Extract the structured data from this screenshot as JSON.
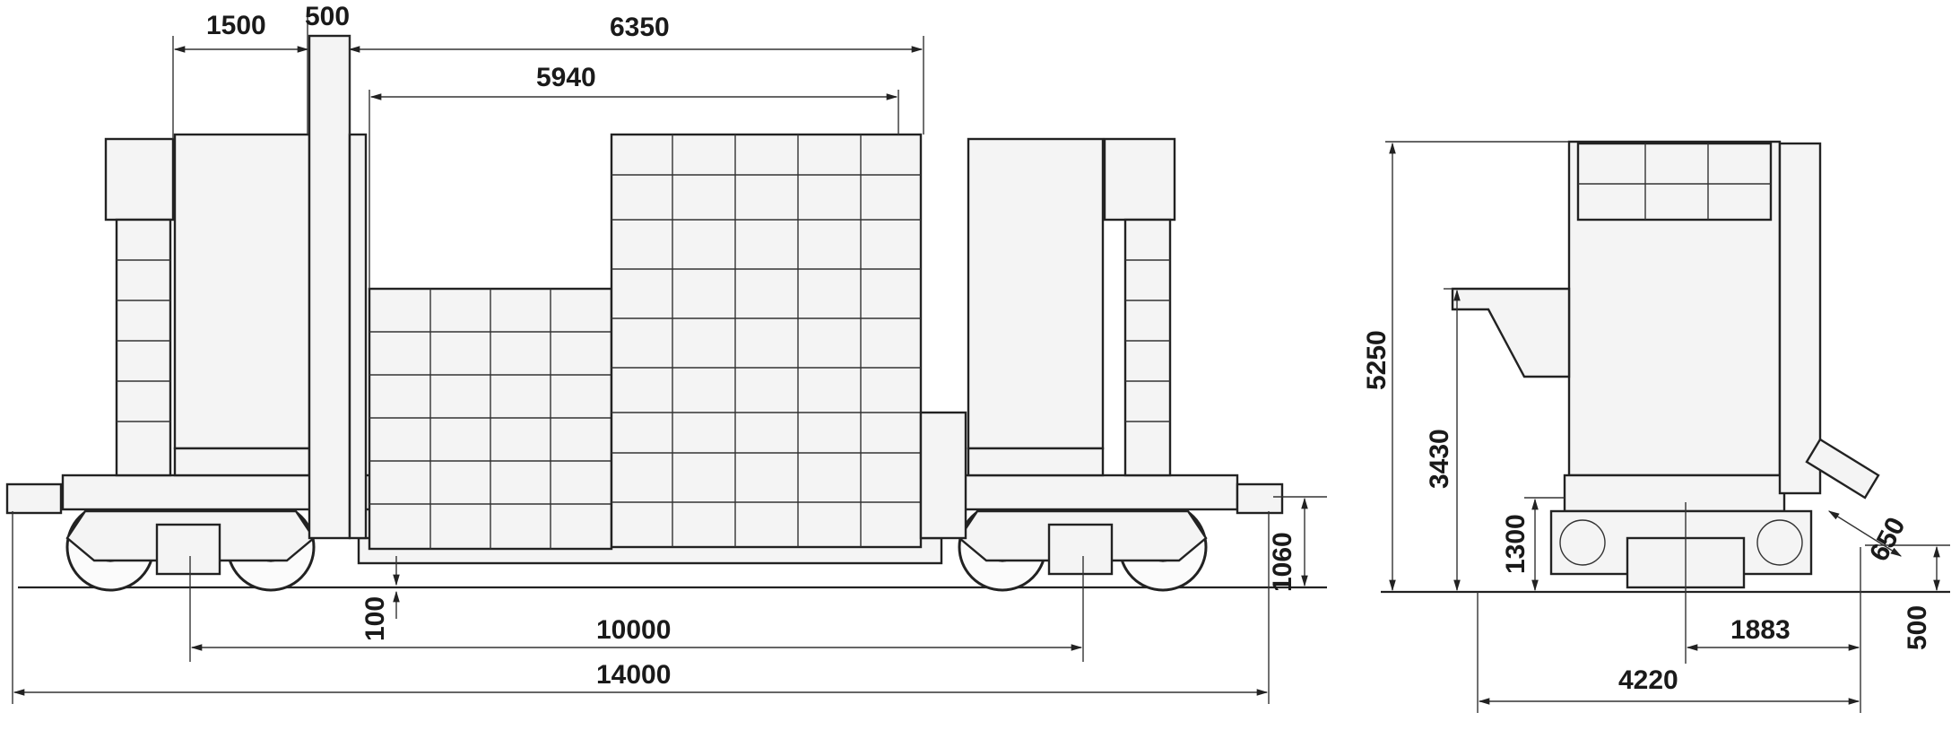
{
  "dimensions": {
    "side": {
      "d1500": "1500",
      "d500_top": "500",
      "d6350": "6350",
      "d5940": "5940",
      "d100": "100",
      "d10000": "10000",
      "d14000": "14000",
      "d1060": "1060"
    },
    "end": {
      "d5250": "5250",
      "d3430": "3430",
      "d1300": "1300",
      "d650": "650",
      "d1883": "1883",
      "d4220": "4220",
      "d500_right": "500"
    }
  }
}
